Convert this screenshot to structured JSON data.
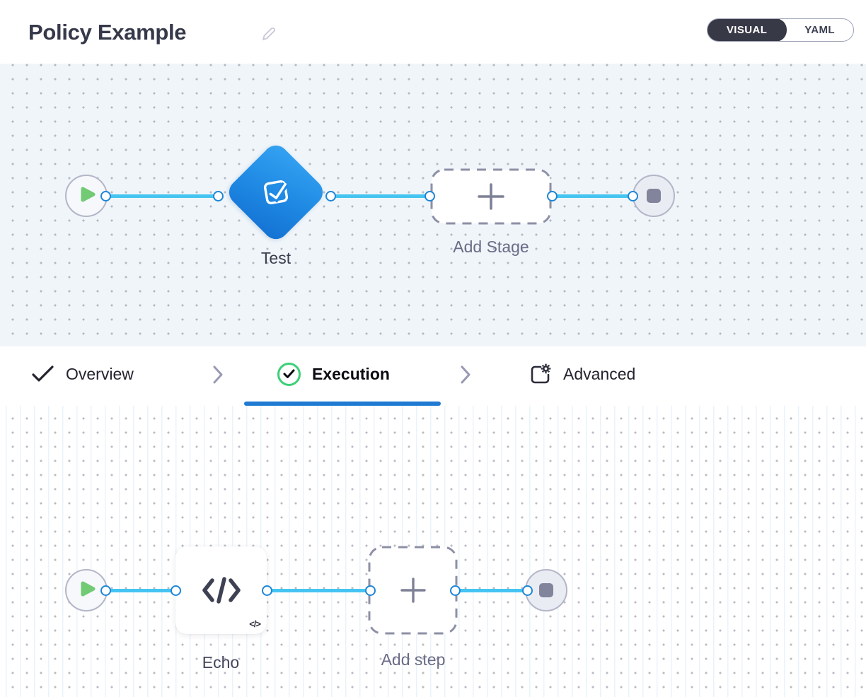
{
  "header": {
    "title": "Policy Example",
    "view_toggle": {
      "visual_label": "VISUAL",
      "yaml_label": "YAML",
      "selected": "VISUAL"
    }
  },
  "stage_pipeline": {
    "stage_name": "Test",
    "add_stage_label": "Add Stage"
  },
  "tabs": {
    "overview": {
      "label": "Overview"
    },
    "execution": {
      "label": "Execution",
      "active": true
    },
    "advanced": {
      "label": "Advanced"
    }
  },
  "step_pipeline": {
    "step_name": "Echo",
    "add_step_label": "Add step",
    "code_badge": "</>"
  },
  "icons": {
    "play-icon": "▶",
    "stop-icon": "■",
    "edit-pencil-icon": "✎",
    "plus-icon": "+",
    "check-icon": "✓",
    "check-circle-icon": "✓ in green circle",
    "chevron-right-icon": "›",
    "code-icon": "</>",
    "box-gear-icon": "⚙ on panel",
    "policy-check-icon": "check on tilted card"
  },
  "colors": {
    "accent_blue": "#1f7ad2",
    "connector_line": "#45c4f2",
    "connector_dot_border": "#1d86d8",
    "stage_gradient_start": "#35a3f3",
    "stage_gradient_end": "#1371d3",
    "success_green": "#3cd078",
    "play_green": "#72ca74",
    "dark_pill": "#383946",
    "canvas_top_bg": "#eff5f9",
    "canvas_bottom_bg": "#ffffff",
    "muted_label": "#696c86",
    "dark_text": "#36394a"
  }
}
